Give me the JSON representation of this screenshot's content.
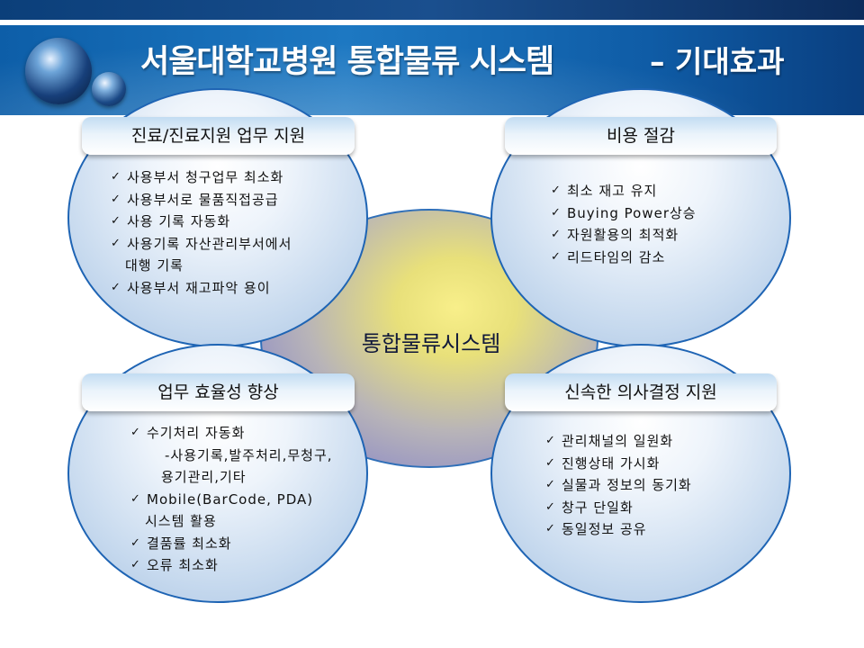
{
  "header": {
    "title": "서울대학교병원 통합물류 시스템",
    "subtitle": "– 기대효과"
  },
  "center": {
    "label": "통합물류시스템"
  },
  "quadrants": [
    {
      "heading": "진료/진료지원 업무 지원",
      "items": [
        "사용부서 청구업무 최소화",
        "사용부서로 물품직접공급",
        "사용 기록 자동화",
        "사용기록 자산관리부서에서",
        "대행 기록",
        "사용부서 재고파악 용이"
      ]
    },
    {
      "heading": "비용 절감",
      "items": [
        "최소 재고 유지",
        "Buying Power상승",
        "자원활용의 최적화",
        "리드타임의 감소"
      ]
    },
    {
      "heading": "업무 효율성 향상",
      "items": [
        "수기처리 자동화",
        "-사용기록,발주처리,무청구,",
        "용기관리,기타",
        "Mobile(BarCode, PDA)",
        "시스템 활용",
        "결품률 최소화",
        "오류 최소화"
      ]
    },
    {
      "heading": "신속한 의사결정 지원",
      "items": [
        "관리채널의 일원화",
        "진행상태 가시화",
        "실물과 정보의 동기화",
        "창구 단일화",
        "동일정보 공유"
      ]
    }
  ]
}
